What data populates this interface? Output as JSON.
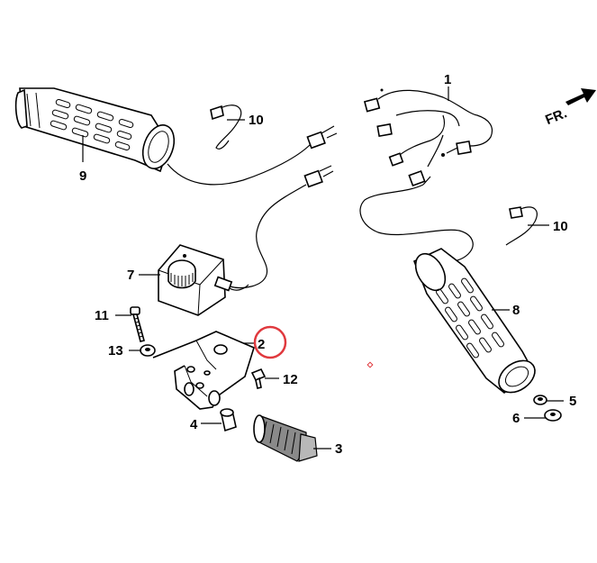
{
  "diagram": {
    "direction_label": "FR.",
    "parts": [
      {
        "id": "p1",
        "label": "1",
        "name": "wire-harness"
      },
      {
        "id": "p2",
        "label": "2",
        "name": "switch-bracket",
        "highlighted": true
      },
      {
        "id": "p3",
        "label": "3",
        "name": "grip-rubber"
      },
      {
        "id": "p4",
        "label": "4",
        "name": "collar"
      },
      {
        "id": "p5",
        "label": "5",
        "name": "nut"
      },
      {
        "id": "p6",
        "label": "6",
        "name": "washer"
      },
      {
        "id": "p7",
        "label": "7",
        "name": "heater-switch"
      },
      {
        "id": "p8",
        "label": "8",
        "name": "right-heated-grip"
      },
      {
        "id": "p9",
        "label": "9",
        "name": "left-heated-grip"
      },
      {
        "id": "p10a",
        "label": "10",
        "name": "wire-clip-left"
      },
      {
        "id": "p10b",
        "label": "10",
        "name": "wire-clip-right"
      },
      {
        "id": "p11",
        "label": "11",
        "name": "bolt"
      },
      {
        "id": "p12",
        "label": "12",
        "name": "screw"
      },
      {
        "id": "p13",
        "label": "13",
        "name": "nut-small"
      }
    ],
    "colors": {
      "line": "#000000",
      "highlight_circle": "#e0393e",
      "part_fill": "#ffffff",
      "shade": "#8a8a8a"
    }
  }
}
